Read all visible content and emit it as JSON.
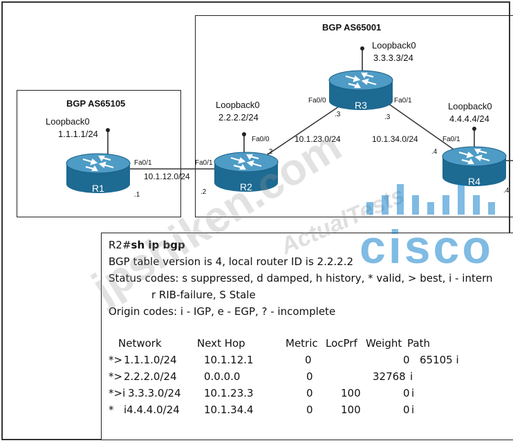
{
  "diagram": {
    "as_left": {
      "title": "BGP AS65105"
    },
    "as_main": {
      "title": "BGP AS65001"
    },
    "routers": [
      {
        "name": "R1",
        "loopback_label": "Loopback0",
        "loopback_addr": "1.1.1.1/24"
      },
      {
        "name": "R2",
        "loopback_label": "Loopback0",
        "loopback_addr": "2.2.2.2/24"
      },
      {
        "name": "R3",
        "loopback_label": "Loopback0",
        "loopback_addr": "3.3.3.3/24"
      },
      {
        "name": "R4",
        "loopback_label": "Loopback0",
        "loopback_addr": "4.4.4.4/24"
      }
    ],
    "interfaces": {
      "r1_fa01": "Fa0/1",
      "r2_fa01": "Fa0/1",
      "r2_fa00": "Fa0/0",
      "r3_fa00": "Fa0/0",
      "r3_fa01": "Fa0/1",
      "r4_fa01": "Fa0/1"
    },
    "host_ids": {
      "r1": ".1",
      "r2_left": ".2",
      "r2_top": ".2",
      "r3_left": ".3",
      "r3_right": ".3",
      "r4": ".4",
      "r4_right": ".4"
    },
    "networks": {
      "r1_r2": "10.1.12.0/24",
      "r2_r3": "10.1.23.0/24",
      "r3_r4": "10.1.34.0/24"
    }
  },
  "terminal": {
    "prompt": "R2#",
    "command": "sh ip bgp",
    "lines": [
      "BGP table version is 4, local router ID is 2.2.2.2",
      "Status codes: s suppressed, d damped, h history, * valid, > best, i - intern",
      "r RIB-failure, S Stale",
      "Origin codes: i - IGP, e - EGP, ? - incomplete"
    ],
    "headers": [
      "Network",
      "Next Hop",
      "Metric",
      "LocPrf",
      "Weight",
      "Path"
    ],
    "rows": [
      {
        "code": "*>",
        "network": "1.1.1.0/24",
        "next_hop": "10.1.12.1",
        "metric": "0",
        "locprf": "",
        "weight": "0",
        "path": "65105 i"
      },
      {
        "code": "*>",
        "network": "2.2.2.0/24",
        "next_hop": "0.0.0.0",
        "metric": "0",
        "locprf": "",
        "weight": "32768",
        "path": "i"
      },
      {
        "code": "*>i",
        "network": "3.3.3.0/24",
        "next_hop": "10.1.23.3",
        "metric": "0",
        "locprf": "100",
        "weight": "0",
        "path": "i"
      },
      {
        "code": "* ",
        "network": "i4.4.4.0/24",
        "next_hop": "10.1.34.4",
        "metric": "0",
        "locprf": "100",
        "weight": "0",
        "path": "i"
      }
    ]
  },
  "watermarks": {
    "site": "jpshiken.com",
    "brand": "ActualTests",
    "vendor": "cisco"
  },
  "colors": {
    "router_body": "#1d6a92",
    "router_top": "#5aa6cf",
    "cisco_blue": "#0078c8"
  }
}
